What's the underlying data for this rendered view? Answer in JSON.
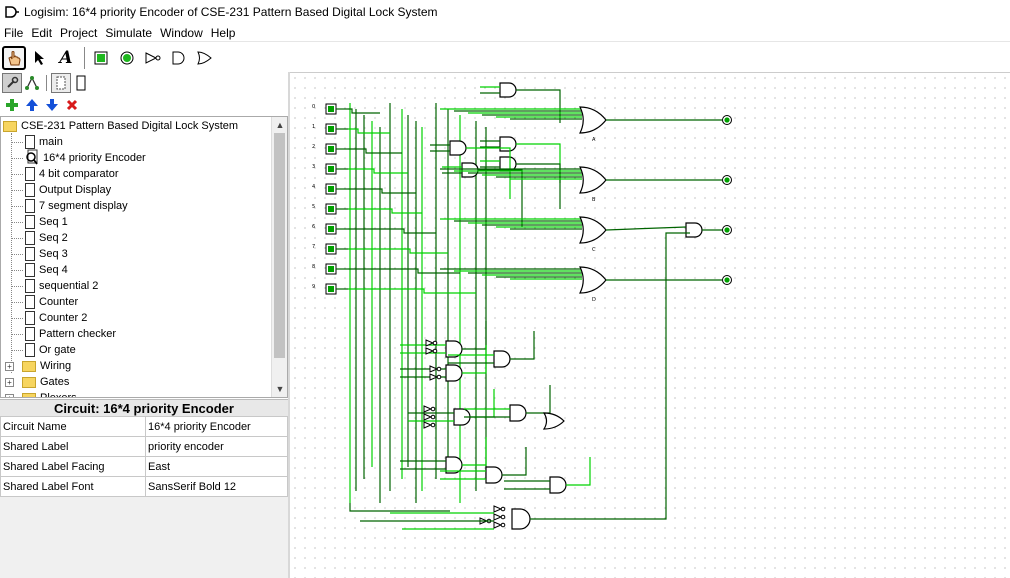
{
  "window": {
    "title": "Logisim: 16*4 priority Encoder of CSE-231 Pattern Based Digital Lock System"
  },
  "menu": [
    "File",
    "Edit",
    "Project",
    "Simulate",
    "Window",
    "Help"
  ],
  "toolbar": [
    "poke-tool-icon",
    "select-tool-icon",
    "text-tool-icon",
    "input-pin-icon",
    "output-pin-icon",
    "not-gate-icon",
    "and-gate-icon",
    "or-gate-icon"
  ],
  "explorer": {
    "root": "CSE-231 Pattern Based Digital Lock System",
    "circuits": [
      "main",
      "16*4 priority Encoder",
      "4 bit comparator",
      "Output Display",
      "7 segment display",
      "Seq 1",
      "Seq 2",
      "Seq 3",
      "Seq 4",
      "sequential 2",
      "Counter",
      "Counter 2",
      "Pattern checker",
      "Or gate"
    ],
    "selected": "16*4 priority Encoder",
    "libraries": [
      "Wiring",
      "Gates",
      "Plexers"
    ]
  },
  "attributes": {
    "header": "Circuit: 16*4 priority Encoder",
    "rows": [
      {
        "key": "Circuit Name",
        "value": "16*4 priority Encoder"
      },
      {
        "key": "Shared Label",
        "value": "priority encoder"
      },
      {
        "key": "Shared Label Facing",
        "value": "East"
      },
      {
        "key": "Shared Label Font",
        "value": "SansSerif Bold 12"
      }
    ]
  },
  "circuit": {
    "inputs": [
      "0",
      "1",
      "2",
      "3",
      "4",
      "5",
      "6",
      "7",
      "8",
      "9"
    ],
    "outputs": [
      "A",
      "B",
      "C",
      "D"
    ],
    "colors": {
      "wire_on": "#00d200",
      "wire_off": "#006400",
      "pin": "#00a000"
    }
  }
}
